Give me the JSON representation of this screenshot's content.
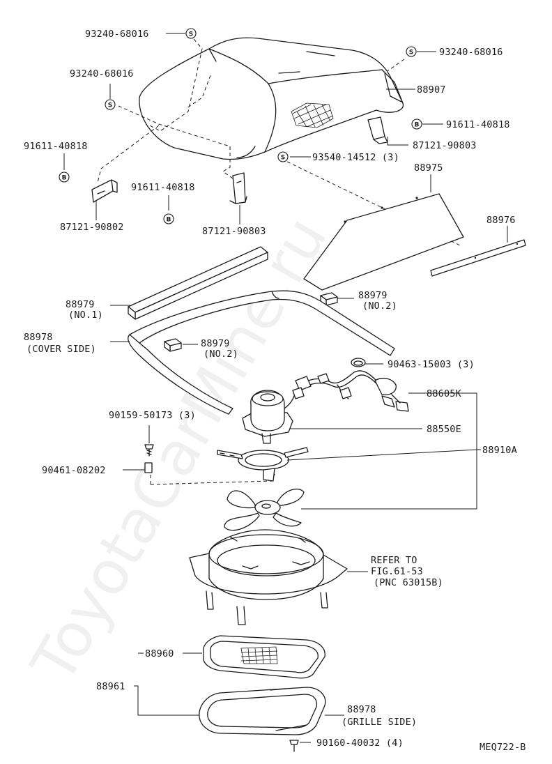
{
  "watermark": "ToyotaCarMine.ru",
  "diagram_code": "MEQ722-B",
  "symbols": {
    "s": "S",
    "b": "B"
  },
  "callouts": {
    "c01": "93240-68016",
    "c02": "93240-68016",
    "c03": "93240-68016",
    "c04": "88907",
    "c05": "91611-40818",
    "c06": "91611-40818",
    "c07": "87121-90803",
    "c08": "91611-40818",
    "c09": "93540-14512 (3)",
    "c10": "88975",
    "c11": "87121-90802",
    "c12": "87121-90803",
    "c13": "88976",
    "c14a": "88979",
    "c14b": "(NO.1)",
    "c15a": "88979",
    "c15b": "(NO.2)",
    "c16a": "88978",
    "c16b": "(COVER SIDE)",
    "c17a": "88979",
    "c17b": "(NO.2)",
    "c18": "90463-15003 (3)",
    "c19": "88605K",
    "c20": "90159-50173 (3)",
    "c21": "88550E",
    "c22": "88910A",
    "c23": "90461-08202",
    "c24a": "REFER TO",
    "c24b": "FIG.61-53",
    "c24c": "(PNC 63015B)",
    "c25": "88960",
    "c26": "88961",
    "c27a": "88978",
    "c27b": "(GRILLE SIDE)",
    "c28": "90160-40032 (4)"
  }
}
